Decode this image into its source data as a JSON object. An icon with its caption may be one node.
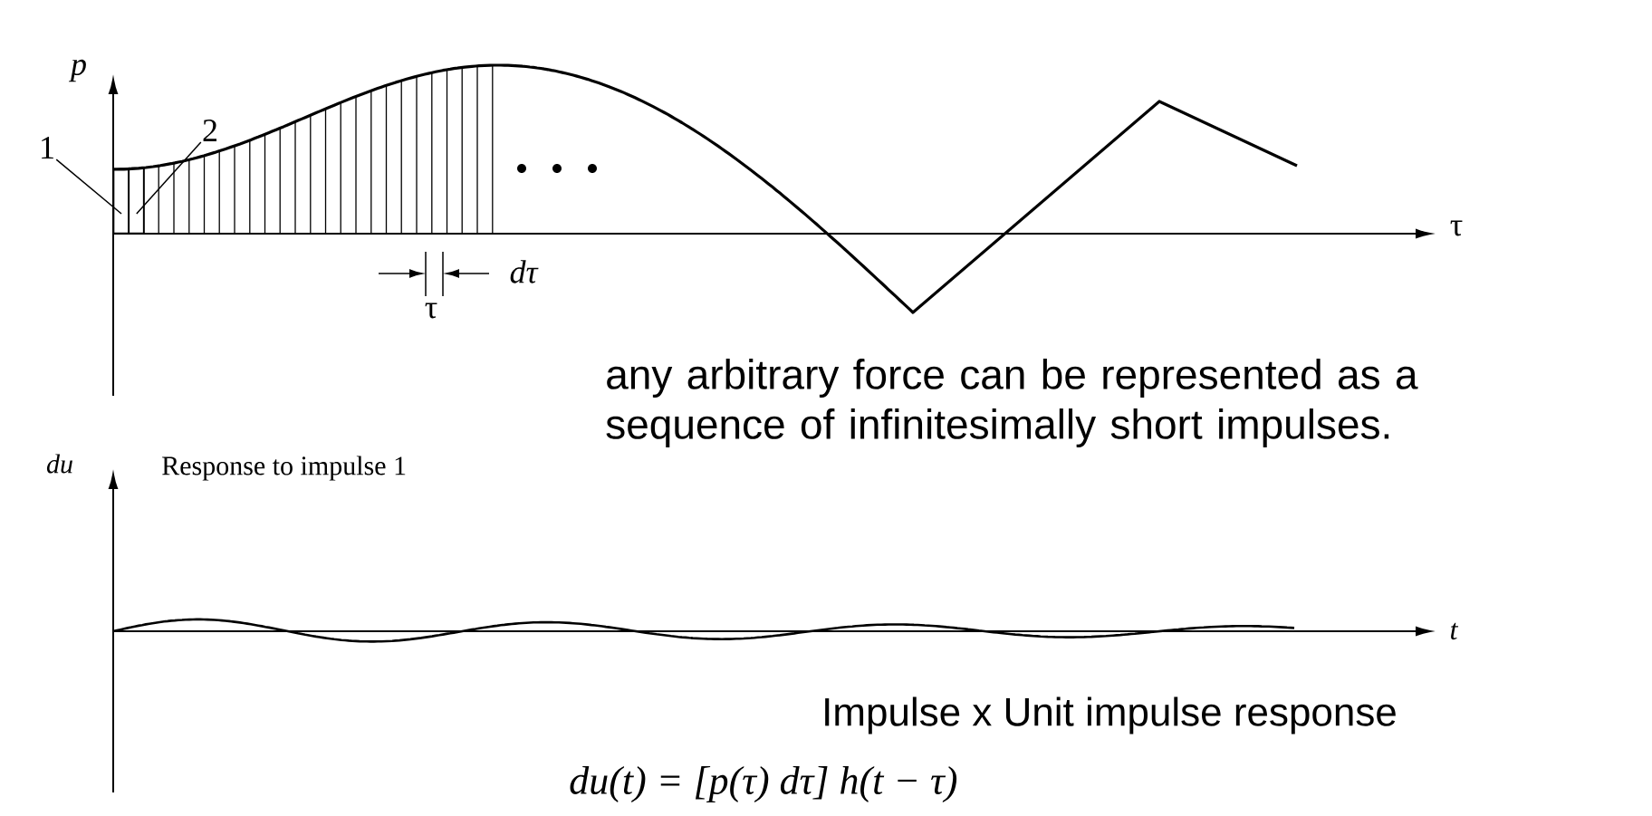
{
  "diagram": {
    "nodes": [
      {
        "text": [
          "1"
        ]
      },
      {
        "text": [
          "2"
        ]
      },
      {
        "text": [],
        "shape": "bar"
      },
      {
        "text": [],
        "shape": "bar"
      }
    ],
    "edges": [
      {
        "from": 0,
        "to": 2,
        "arrow": "none"
      },
      {
        "from": 1,
        "to": 3,
        "arrow": "none"
      }
    ],
    "labels": [
      "p",
      "τ",
      "dτ",
      "τ",
      "any arbitrary force can be represented as a sequence of infinitesimally short impulses.",
      "du",
      "Response to impulse 1",
      "t",
      "Impulse x Unit impulse response",
      "du(t) = [p(τ) dτ] h(t − τ)"
    ]
  }
}
